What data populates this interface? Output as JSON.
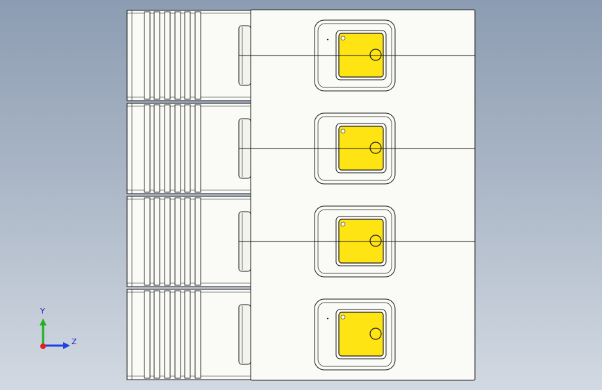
{
  "viewport": {
    "background_top": "#8c9cb2",
    "background_bottom": "#d2d9e2"
  },
  "model": {
    "body_fill": "#fafaf6",
    "edge_color": "#1a1a1a",
    "terminal_color": "#ffe414",
    "rib_count": 6,
    "modules": [
      {
        "id": "module-1",
        "terminal_indicator": true
      },
      {
        "id": "module-2",
        "terminal_indicator": false
      },
      {
        "id": "module-3",
        "terminal_indicator": false
      },
      {
        "id": "module-4",
        "terminal_indicator": true
      }
    ]
  },
  "triad": {
    "y_label": "Y",
    "z_label": "Z",
    "y_axis_color": "#20b020",
    "z_axis_color": "#2040e0",
    "x_axis_color": "#e02020"
  }
}
